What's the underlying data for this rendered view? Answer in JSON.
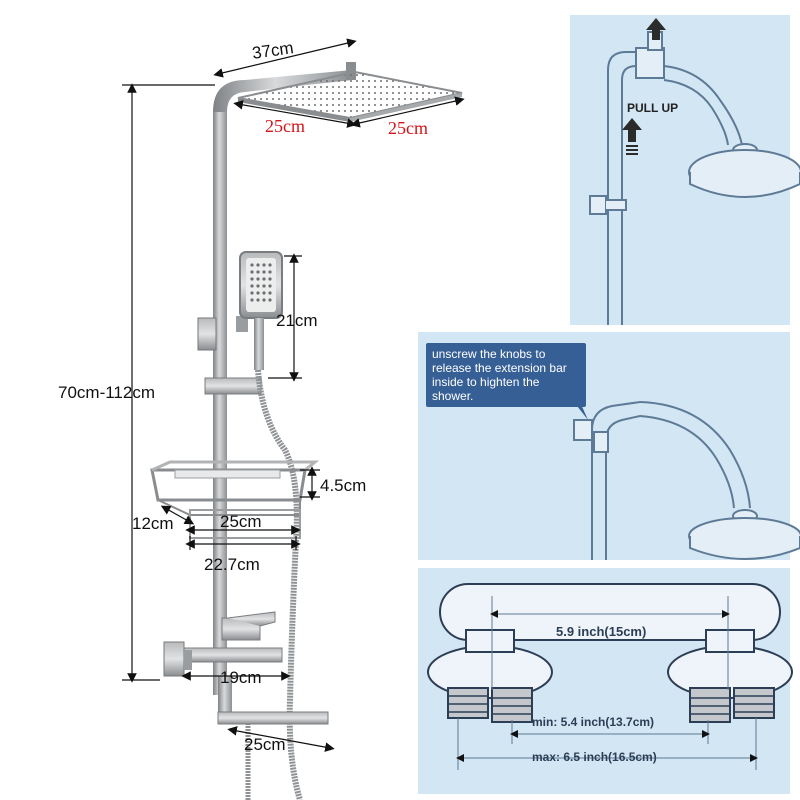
{
  "main_diagram": {
    "dims": {
      "head_width": "37cm",
      "head_depth_left": "25cm",
      "head_depth_right": "25cm",
      "total_height": "70cm-112cm",
      "handset_height": "21cm",
      "shelf_height": "4.5cm",
      "shelf_depth": "12cm",
      "shelf_width": "25cm",
      "shelf_span": "22.7cm",
      "mixer_width": "19cm",
      "spout_length": "25cm"
    }
  },
  "top_panel": {
    "instruction": "PULL UP"
  },
  "middle_panel": {
    "callout": "unscrew the knobs to release the extension bar inside to highten the shower."
  },
  "bottom_panel": {
    "center_spacing": "5.9 inch(15cm)",
    "min_spacing": "min: 5.4 inch(13.7cm)",
    "max_spacing": "max: 6.5 inch(16.5cm)"
  },
  "colors": {
    "panel_bg": "#d3e6f3",
    "panel_line": "#5d7a96",
    "red_text": "#d4141b",
    "callout_bg": "#365f95",
    "steel": "#9ea1a4"
  }
}
